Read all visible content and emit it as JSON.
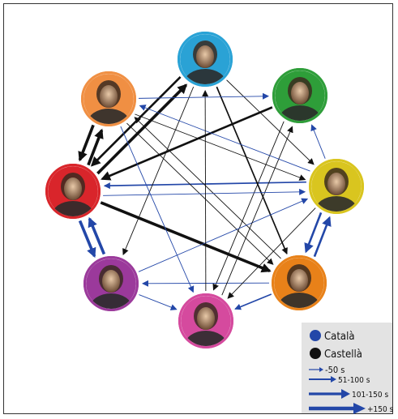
{
  "colors": {
    "catala": "#2347a8",
    "castella": "#111111",
    "rings": {
      "top": "#2aa3d6",
      "top_right": "#2f9e3a",
      "right": "#d9c51f",
      "bottom_right": "#e8821a",
      "bottom": "#d54a9e",
      "bottom_left": "#9b3a9b",
      "left": "#d9262b",
      "top_left": "#f09044"
    }
  },
  "people": [
    {
      "id": "top",
      "icon": "person-photo"
    },
    {
      "id": "top_right",
      "icon": "person-photo"
    },
    {
      "id": "right",
      "icon": "person-photo"
    },
    {
      "id": "bottom_right",
      "icon": "person-photo"
    },
    {
      "id": "bottom",
      "icon": "person-photo"
    },
    {
      "id": "bottom_left",
      "icon": "person-photo"
    },
    {
      "id": "left",
      "icon": "person-photo"
    },
    {
      "id": "top_left",
      "icon": "person-photo"
    }
  ],
  "legend": {
    "catala": "Català",
    "castella": "Castellà",
    "d1": "-50 s",
    "d2": "51-100 s",
    "d3": "101-150 s",
    "d4": "+150 s"
  },
  "edges": [
    {
      "from": "left",
      "to": "top_left",
      "lang": "castella",
      "level": 4
    },
    {
      "from": "top_left",
      "to": "left",
      "lang": "castella",
      "level": 4
    },
    {
      "from": "left",
      "to": "bottom_left",
      "lang": "catala",
      "level": 4
    },
    {
      "from": "bottom_left",
      "to": "left",
      "lang": "catala",
      "level": 4
    },
    {
      "from": "right",
      "to": "bottom_right",
      "lang": "catala",
      "level": 3
    },
    {
      "from": "bottom_right",
      "to": "right",
      "lang": "catala",
      "level": 3
    },
    {
      "from": "bottom_right",
      "to": "bottom",
      "lang": "catala",
      "level": 2
    },
    {
      "from": "bottom_left",
      "to": "bottom",
      "lang": "catala",
      "level": 1
    },
    {
      "from": "right",
      "to": "top_right",
      "lang": "catala",
      "level": 1
    },
    {
      "from": "left",
      "to": "top",
      "lang": "castella",
      "level": 4
    },
    {
      "from": "top",
      "to": "left",
      "lang": "castella",
      "level": 3
    },
    {
      "from": "top_right",
      "to": "left",
      "lang": "castella",
      "level": 3
    },
    {
      "from": "left",
      "to": "bottom_right",
      "lang": "castella",
      "level": 4
    },
    {
      "from": "right",
      "to": "left",
      "lang": "catala",
      "level": 2
    },
    {
      "from": "top",
      "to": "bottom_right",
      "lang": "castella",
      "level": 2
    },
    {
      "from": "top",
      "to": "right",
      "lang": "castella",
      "level": 1
    },
    {
      "from": "top",
      "to": "bottom_left",
      "lang": "castella",
      "level": 1
    },
    {
      "from": "top_left",
      "to": "right",
      "lang": "castella",
      "level": 1
    },
    {
      "from": "top_left",
      "to": "bottom",
      "lang": "catala",
      "level": 1
    },
    {
      "from": "top_left",
      "to": "bottom_right",
      "lang": "castella",
      "level": 1
    },
    {
      "from": "top_right",
      "to": "bottom",
      "lang": "castella",
      "level": 1
    },
    {
      "from": "bottom_right",
      "to": "top_left",
      "lang": "castella",
      "level": 1
    },
    {
      "from": "bottom_right",
      "to": "bottom_left",
      "lang": "catala",
      "level": 1
    },
    {
      "from": "bottom_left",
      "to": "right",
      "lang": "catala",
      "level": 1
    },
    {
      "from": "bottom",
      "to": "top_right",
      "lang": "castella",
      "level": 1
    },
    {
      "from": "right",
      "to": "bottom",
      "lang": "castella",
      "level": 1
    },
    {
      "from": "right",
      "to": "top_left",
      "lang": "catala",
      "level": 1
    },
    {
      "from": "left",
      "to": "right",
      "lang": "catala",
      "level": 1
    },
    {
      "from": "bottom",
      "to": "top",
      "lang": "castella",
      "level": 1
    },
    {
      "from": "top_left",
      "to": "top_right",
      "lang": "catala",
      "level": 1
    }
  ]
}
